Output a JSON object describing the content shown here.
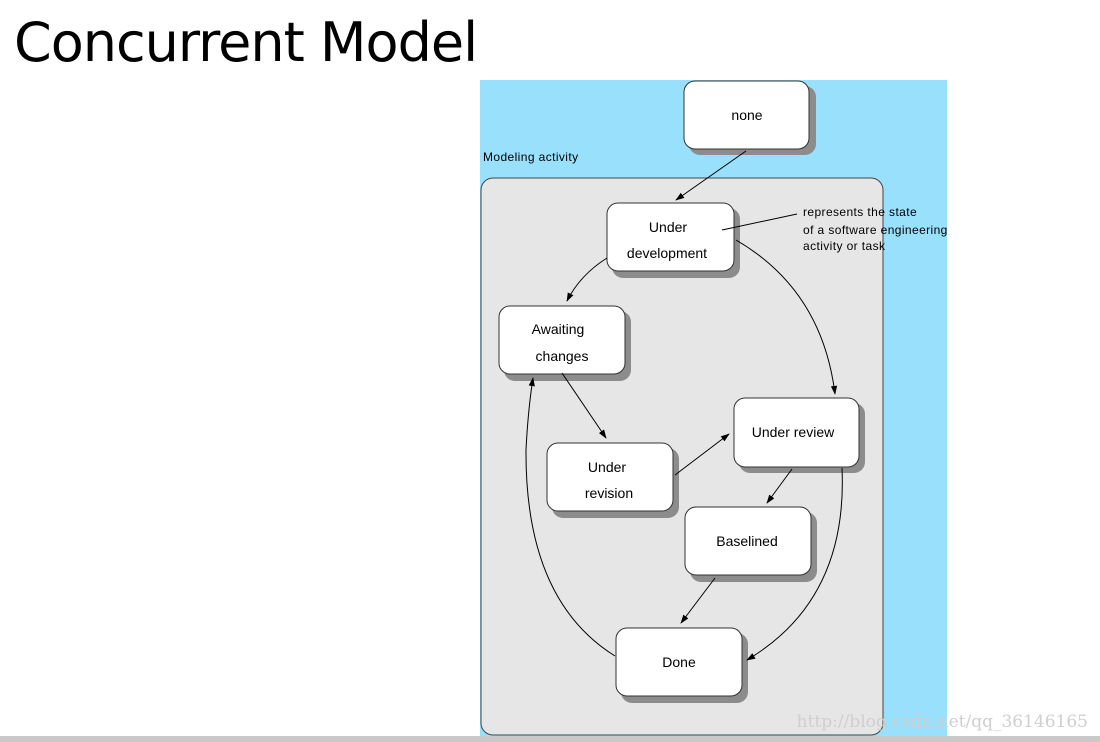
{
  "slide": {
    "title": "Concurrent Model"
  },
  "diagram": {
    "region_label": "Modeling activity",
    "annotation": {
      "line1": "represents the state",
      "line2": "of a software engineering",
      "line3": "activity or task"
    },
    "states": {
      "none": {
        "label": "none"
      },
      "under_development": {
        "line1": "Under",
        "line2": "development"
      },
      "awaiting_changes": {
        "line1": "Awaiting",
        "line2": "changes"
      },
      "under_review": {
        "label": "Under review"
      },
      "under_revision": {
        "line1": "Under",
        "line2": "revision"
      },
      "baselined": {
        "label": "Baselined"
      },
      "done": {
        "label": "Done"
      }
    },
    "colors": {
      "background": "#99e0fc",
      "activity_region": "#e6e6e6",
      "state_fill": "#ffffff",
      "shadow": "#8c8c8c"
    }
  },
  "watermark": "http://blog.csdn.net/qq_36146165"
}
